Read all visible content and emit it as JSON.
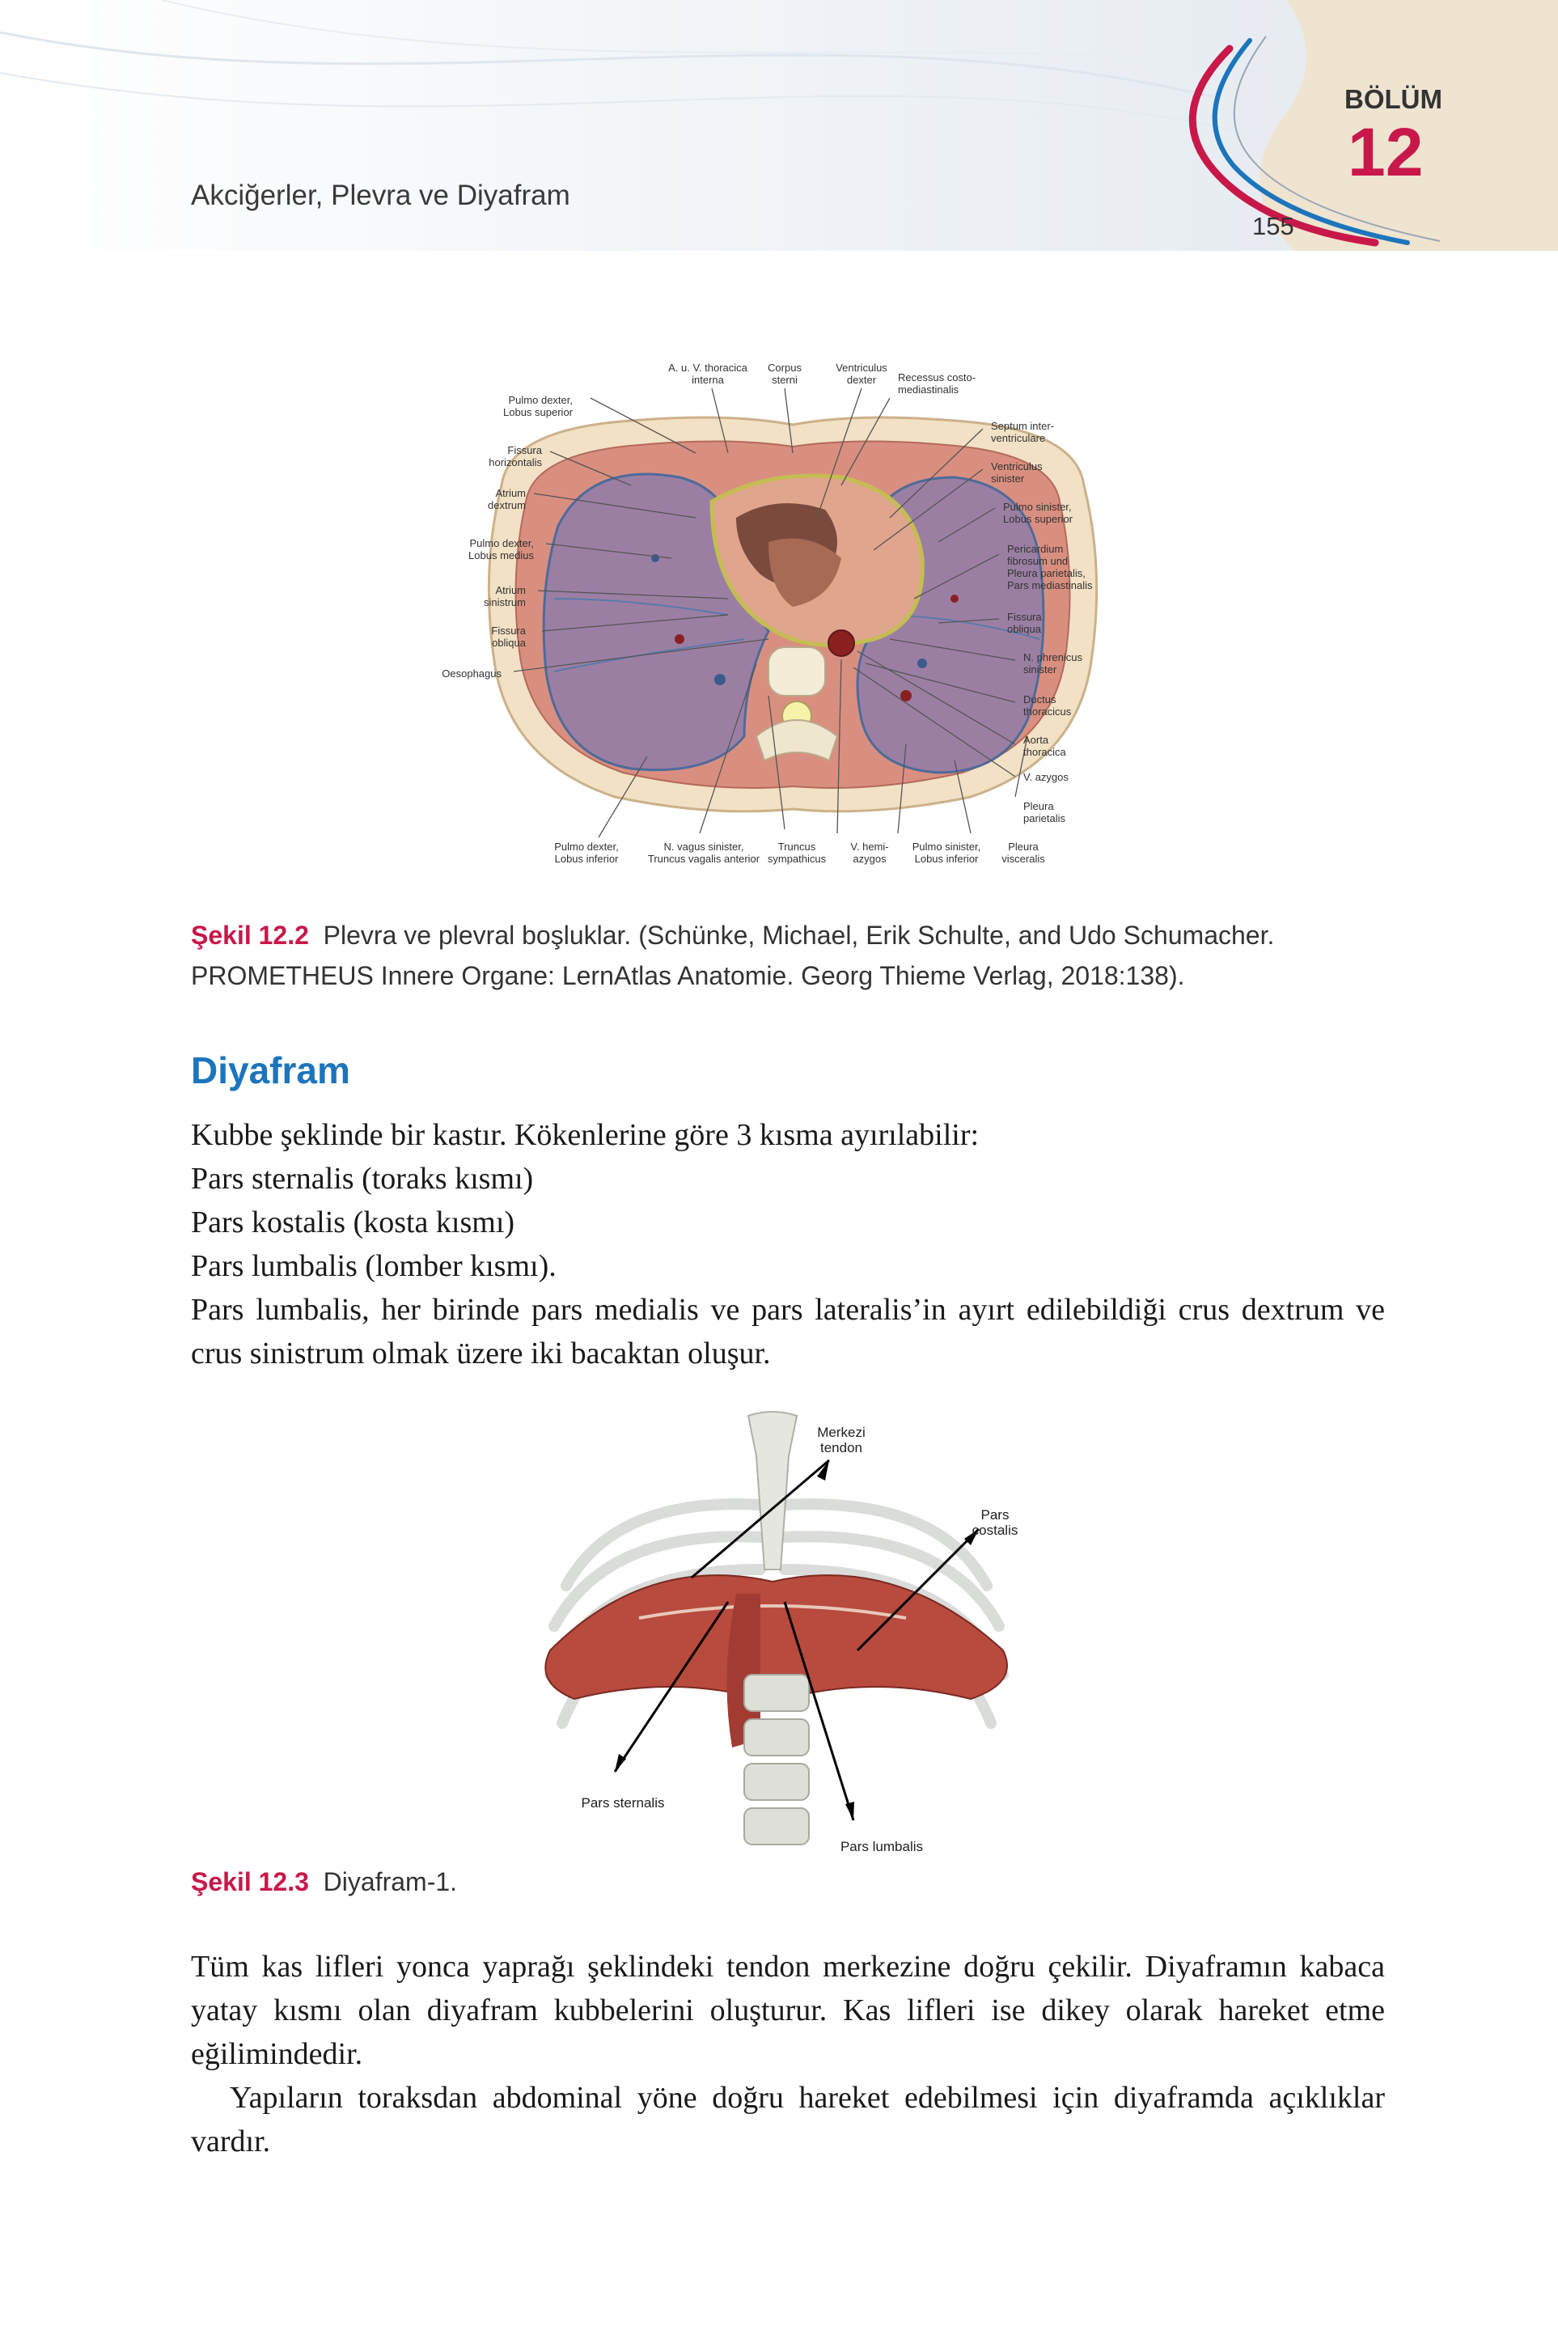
{
  "header": {
    "running_title": "Akciğerler, Plevra ve Diyafram",
    "chapter_label": "BÖLÜM",
    "chapter_number": "12",
    "page_number": "155",
    "colors": {
      "accent": "#c8184a",
      "blue": "#1c75bc",
      "beige": "#efe4d0"
    }
  },
  "figure1": {
    "labels": {
      "a_u_v_thoracica_interna": "A. u. V. thoracica\ninterna",
      "corpus_sterni": "Corpus\nsterni",
      "ventriculus_dexter": "Ventriculus\ndexter",
      "recessus_costomediastinalis": "Recessus costo-\nmediastinalis",
      "pulmo_dexter_lobus_superior": "Pulmo dexter,\nLobus superior",
      "septum_interventriculare": "Septum inter-\nventriculare",
      "fissura_horizontalis": "Fissura\nhorizontalis",
      "ventriculus_sinister": "Ventriculus\nsinister",
      "atrium_dextrum": "Atrium\ndextrum",
      "pulmo_sinister_lobus_superior": "Pulmo sinister,\nLobus superior",
      "pulmo_dexter_lobus_medius": "Pulmo dexter,\nLobus medius",
      "pericardium": "Pericardium\nfibrosum und\nPleura parietalis,\nPars mediastinalis",
      "atrium_sinistrum": "Atrium\nsinistrum",
      "fissura_obliqua_right": "Fissura\nobliqua",
      "fissura_obliqua_left": "Fissura\nobliqua",
      "n_phrenicus_sinister": "N. phrenicus\nsinister",
      "oesophagus": "Oesophagus",
      "ductus_thoracicus": "Ductus\nthoracicus",
      "aorta_thoracica": "Aorta\nthoracica",
      "v_azygos": "V. azygos",
      "pleura_parietalis": "Pleura\nparietalis",
      "pulmo_dexter_lobus_inferior": "Pulmo dexter,\nLobus inferior",
      "n_vagus_sinister": "N. vagus sinister,\nTruncus vagalis anterior",
      "truncus_sympathicus": "Truncus\nsympathicus",
      "v_hemiazygos": "V. hemi-\nazygos",
      "pulmo_sinister_lobus_inferior": "Pulmo sinister,\nLobus inferior",
      "pleura_visceralis": "Pleura\nvisceralis"
    }
  },
  "caption1": {
    "label": "Şekil 12.2",
    "text": "Plevra ve plevral boşluklar. (Schünke, Michael, Erik Schulte, and Udo Schumacher. PROMETHEUS Innere Organe: LernAtlas Anatomie. Georg Thieme Verlag, 2018:138)."
  },
  "section": {
    "heading": "Diyafram"
  },
  "paragraphs1": [
    "Kubbe şeklinde bir kastır. Kökenlerine göre 3 kısma ayırılabilir:",
    "Pars sternalis (toraks kısmı)",
    "Pars kostalis (kosta kısmı)",
    "Pars lumbalis (lomber kısmı).",
    "Pars lumbalis, her birinde pars medialis ve pars lateralis’in ayırt edilebildiği crus dextrum ve crus sinistrum olmak üzere iki bacaktan oluşur."
  ],
  "figure2": {
    "labels": {
      "merkezi_tendon": "Merkezi\ntendon",
      "pars_costalis": "Pars\ncostalis",
      "pars_sternalis": "Pars sternalis",
      "pars_lumbalis": "Pars lumbalis"
    }
  },
  "caption2": {
    "label": "Şekil 12.3",
    "text": "Diyafram-1."
  },
  "paragraphs2": [
    "Tüm kas lifleri yonca yaprağı şeklindeki tendon merkezine doğru çekilir. Diyaframın kabaca yatay kısmı olan diyafram kubbelerini oluşturur. Kas lifleri ise dikey olarak hareket etme eğilimindedir.",
    "Yapıların toraksdan abdominal yöne doğru hareket edebilmesi için diyaframda açıklıklar vardır."
  ]
}
